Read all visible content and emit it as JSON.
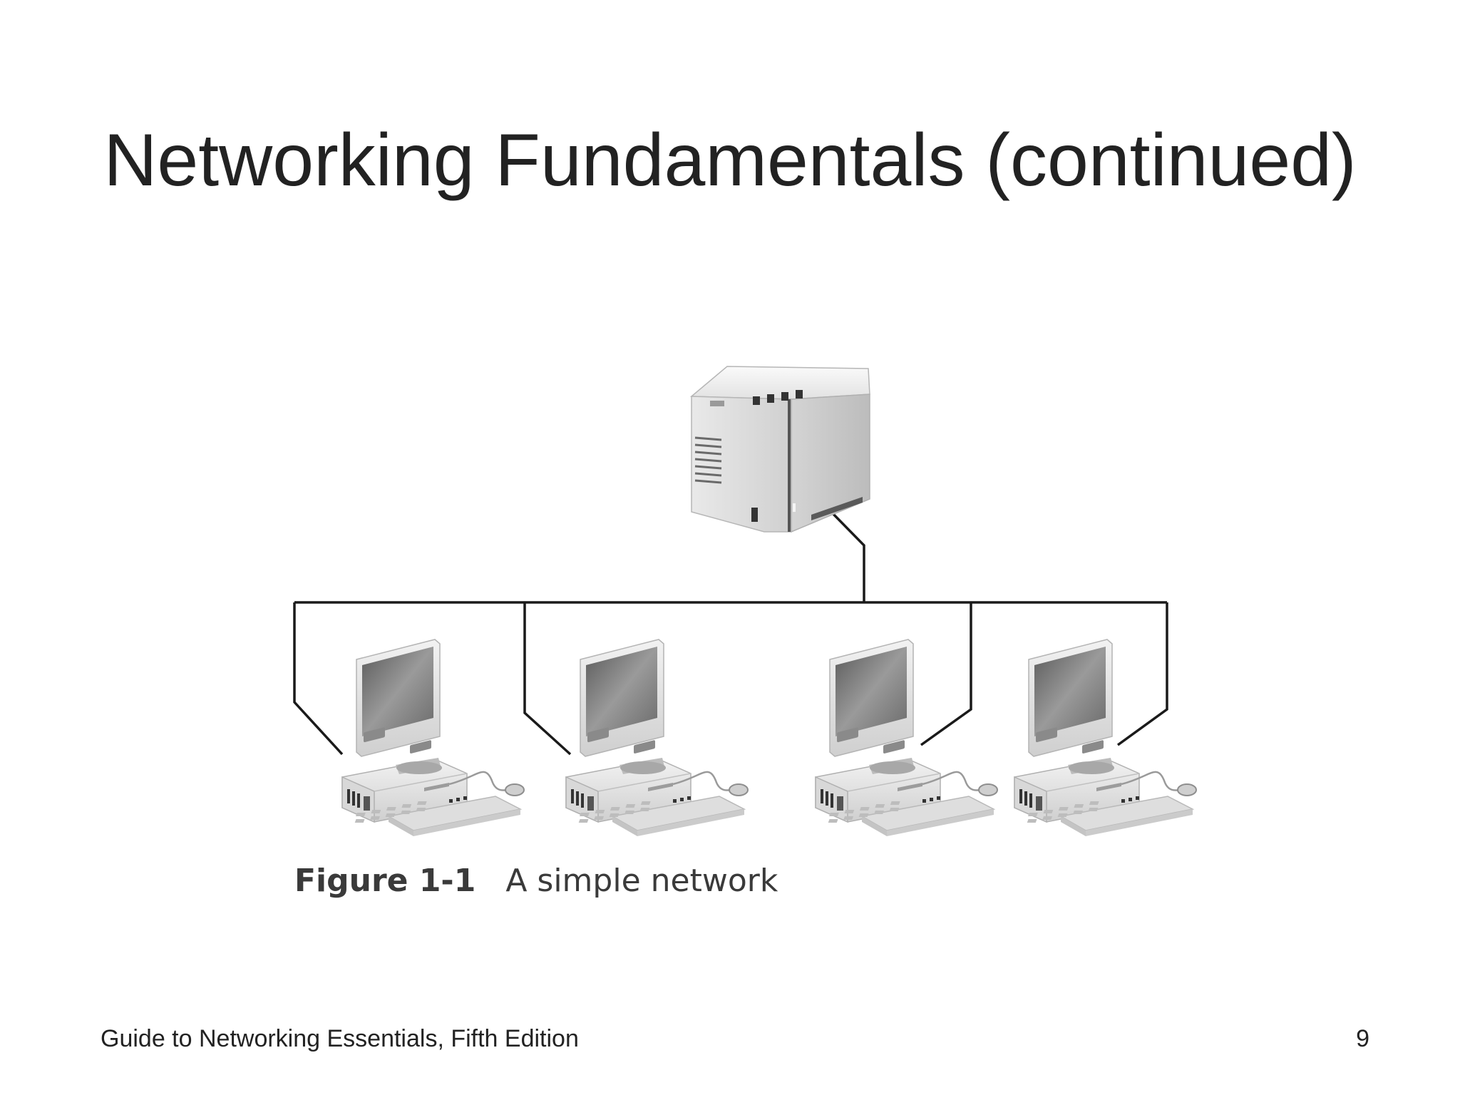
{
  "slide": {
    "title": "Networking Fundamentals (continued)"
  },
  "figure": {
    "label": "Figure 1-1",
    "caption": "A simple network",
    "nodes": [
      {
        "kind": "printer",
        "icon": "printer-icon"
      },
      {
        "kind": "computer",
        "icon": "computer-icon"
      },
      {
        "kind": "computer",
        "icon": "computer-icon"
      },
      {
        "kind": "computer",
        "icon": "computer-icon"
      },
      {
        "kind": "computer",
        "icon": "computer-icon"
      }
    ],
    "line_color": "#1a1a1a"
  },
  "footer": {
    "book_title": "Guide to Networking Essentials, Fifth Edition",
    "page_number": "9"
  }
}
